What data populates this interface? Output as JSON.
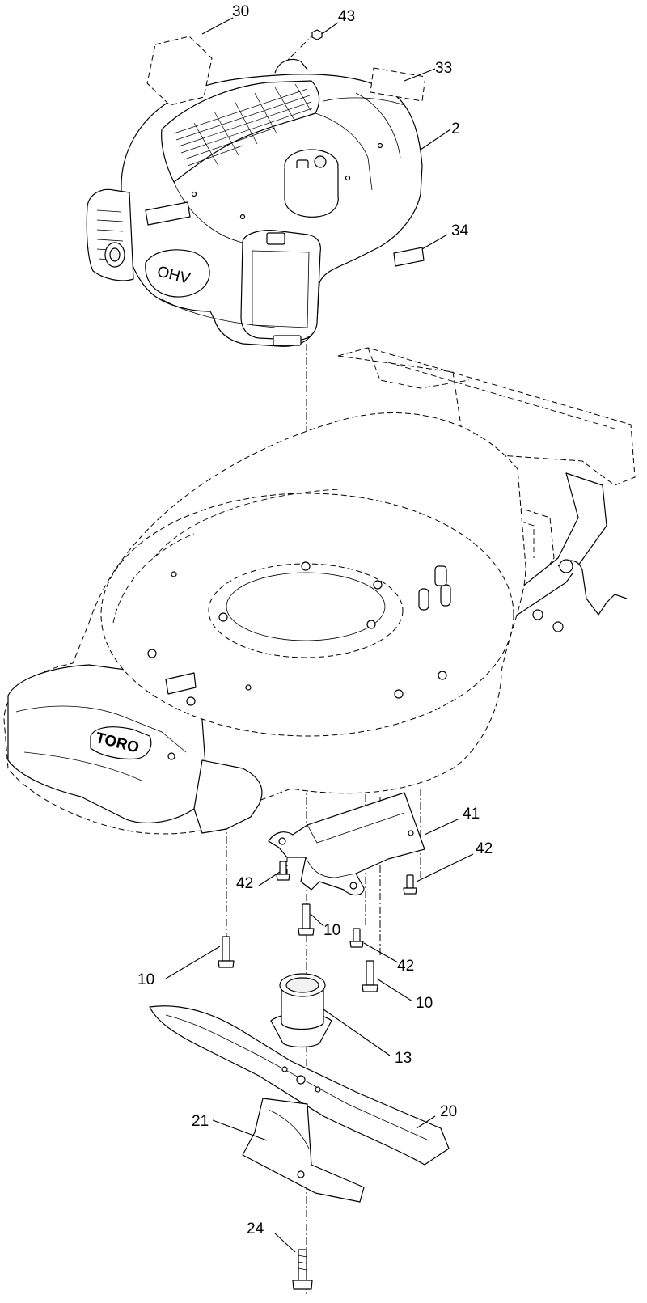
{
  "callouts": [
    {
      "label": "30"
    },
    {
      "label": "43"
    },
    {
      "label": "33"
    },
    {
      "label": "2"
    },
    {
      "label": "34"
    },
    {
      "label": "41"
    },
    {
      "label": "42"
    },
    {
      "label": "42"
    },
    {
      "label": "10"
    },
    {
      "label": "42"
    },
    {
      "label": "10"
    },
    {
      "label": "10"
    },
    {
      "label": "13"
    },
    {
      "label": "20"
    },
    {
      "label": "21"
    },
    {
      "label": "24"
    }
  ],
  "markings": {
    "engine_badge": "OHV",
    "deck_logo": "TORO"
  }
}
